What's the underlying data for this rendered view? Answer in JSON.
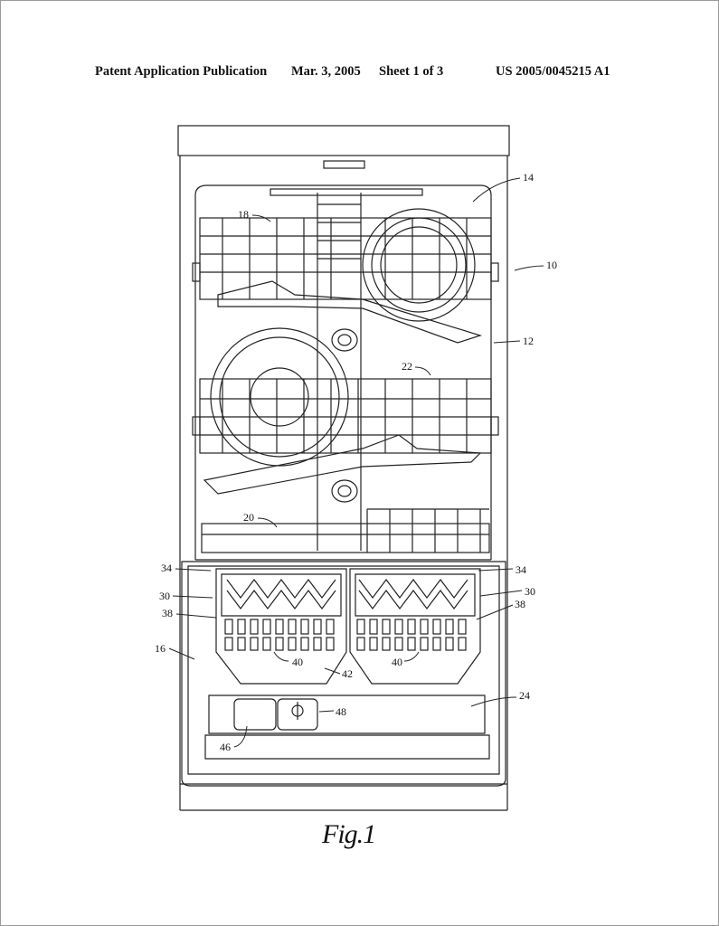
{
  "header": {
    "publication": "Patent Application Publication",
    "date": "Mar. 3, 2005",
    "sheet": "Sheet 1 of 3",
    "number": "US 2005/0045215 A1"
  },
  "figure": {
    "caption": "Fig.1",
    "labels": {
      "dishwasher": "10",
      "cabinet": "12",
      "tub": "14",
      "door": "16",
      "upper_rack": "18",
      "lower_rack": "22",
      "cutlery_rack": "20",
      "door_liner": "24",
      "basket_left": "30",
      "basket_right": "30",
      "handle_left": "34",
      "handle_right": "34",
      "grid_left": "38",
      "grid_right": "38",
      "compartment_left": "40",
      "compartment_right": "40",
      "divider": "42",
      "dispenser": "46",
      "rinse_aid": "48"
    }
  }
}
